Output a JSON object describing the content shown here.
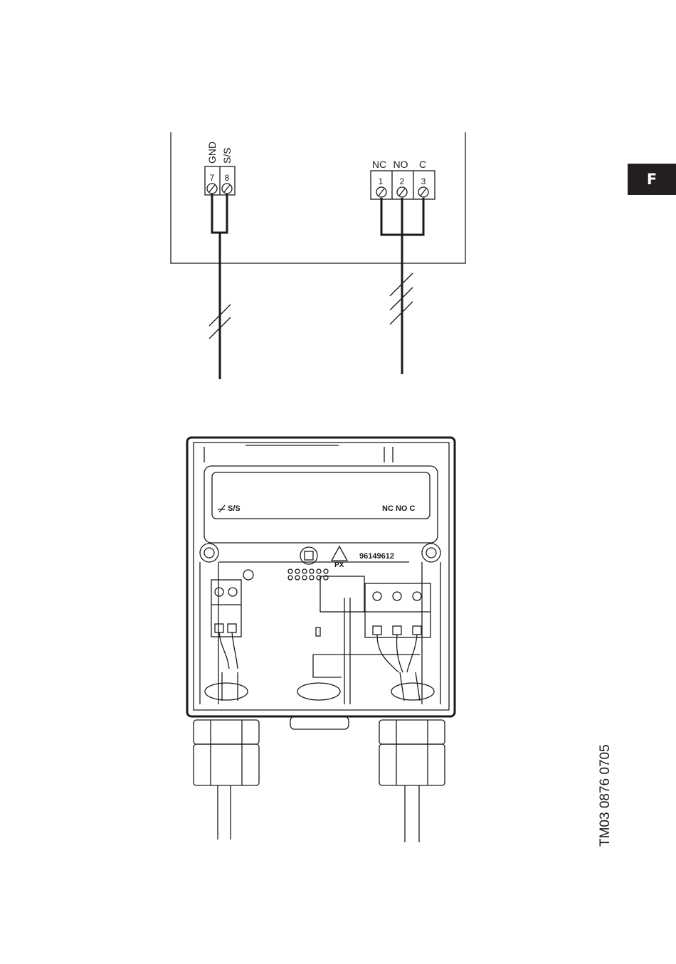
{
  "section_tab": {
    "label": "F"
  },
  "figure_ref": "TM03 0876 0705",
  "schematic": {
    "left_block": {
      "signals": [
        "GND",
        "S/S"
      ],
      "terminals": [
        "7",
        "8"
      ]
    },
    "right_block": {
      "signals": [
        "NC",
        "NO",
        "C"
      ],
      "terminals": [
        "1",
        "2",
        "3"
      ]
    }
  },
  "device": {
    "label_left": "S/S",
    "label_right": "NC NO C",
    "part_number": "96149612",
    "material_mark": "PX"
  }
}
